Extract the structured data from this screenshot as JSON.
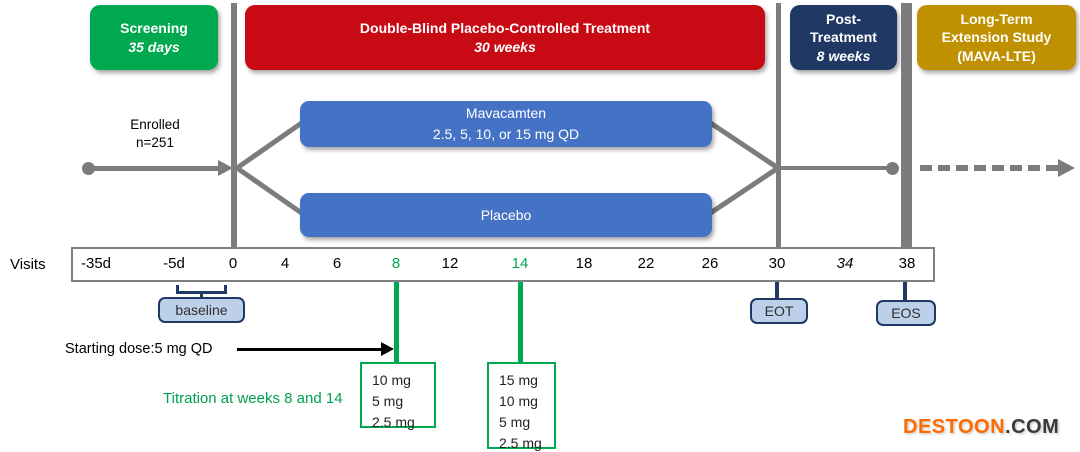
{
  "phases": {
    "screening": {
      "title": "Screening",
      "duration": "35 days",
      "color": "#00A84F"
    },
    "treatment": {
      "title": "Double-Blind Placebo-Controlled Treatment",
      "duration": "30 weeks",
      "color": "#C80A14"
    },
    "post": {
      "line1": "Post-",
      "line2": "Treatment",
      "duration": "8 weeks",
      "color": "#1F3864"
    },
    "extension": {
      "line1": "Long-Term",
      "line2": "Extension Study",
      "line3": "(MAVA-LTE)",
      "color": "#BF9000"
    }
  },
  "flow": {
    "enrolled_line1": "Enrolled",
    "enrolled_line2": "n=251",
    "arms": {
      "mavacamten": {
        "line1": "Mavacamten",
        "line2": "2.5, 5, 10, or 15 mg QD"
      },
      "placebo": {
        "line1": "Placebo"
      }
    },
    "arm_color": "#4472C4",
    "connector_color": "#7C7C7C"
  },
  "timeline": {
    "label": "Visits",
    "ticks": [
      "-35d",
      "-5d",
      "0",
      "4",
      "6",
      "8",
      "12",
      "14",
      "18",
      "22",
      "26",
      "30",
      "34",
      "38"
    ],
    "green_ticks": [
      "8",
      "14"
    ],
    "italic_ticks": [
      "34"
    ]
  },
  "annotations": {
    "baseline": "baseline",
    "eot": "EOT",
    "eos": "EOS",
    "starting_dose": "Starting dose:5 mg QD",
    "titration": "Titration at weeks 8 and 14",
    "week8_doses": [
      "10 mg",
      "5 mg",
      "2.5 mg"
    ],
    "week14_doses": [
      "15 mg",
      "10 mg",
      "5 mg",
      "2.5 mg"
    ],
    "green": "#00A84F",
    "pill_fill": "#BDD0E9",
    "pill_border": "#1F3864"
  },
  "watermark": {
    "brand": "DESTOON",
    "suffix": ".COM"
  }
}
